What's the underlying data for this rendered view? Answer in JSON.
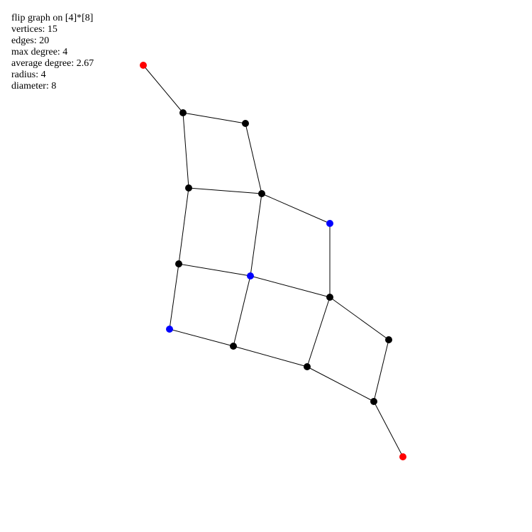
{
  "info": {
    "title": "flip graph on [4]*[8]",
    "vertices": "vertices: 15",
    "edges": "edges: 20",
    "max_degree": "max degree: 4",
    "average_degree": "average degree: 2.67",
    "radius": "radius: 4",
    "diameter": "diameter: 8"
  },
  "graph": {
    "colors": {
      "default": "#000000",
      "blue": "#0000ff",
      "red": "#ff0000",
      "edge": "#000000"
    },
    "nodes": [
      {
        "id": "n1",
        "color": "red"
      },
      {
        "id": "n2",
        "color": "default"
      },
      {
        "id": "n3",
        "color": "default"
      },
      {
        "id": "n4",
        "color": "default"
      },
      {
        "id": "n5",
        "color": "default"
      },
      {
        "id": "n6",
        "color": "blue"
      },
      {
        "id": "n7",
        "color": "default"
      },
      {
        "id": "n8",
        "color": "blue"
      },
      {
        "id": "n9",
        "color": "default"
      },
      {
        "id": "n10",
        "color": "blue"
      },
      {
        "id": "n11",
        "color": "default"
      },
      {
        "id": "n12",
        "color": "default"
      },
      {
        "id": "n13",
        "color": "default"
      },
      {
        "id": "n14",
        "color": "default"
      },
      {
        "id": "n15",
        "color": "red"
      }
    ],
    "edges": [
      [
        "n1",
        "n2"
      ],
      [
        "n2",
        "n3"
      ],
      [
        "n2",
        "n4"
      ],
      [
        "n3",
        "n5"
      ],
      [
        "n4",
        "n5"
      ],
      [
        "n4",
        "n7"
      ],
      [
        "n5",
        "n6"
      ],
      [
        "n5",
        "n8"
      ],
      [
        "n6",
        "n9"
      ],
      [
        "n7",
        "n8"
      ],
      [
        "n7",
        "n10"
      ],
      [
        "n8",
        "n9"
      ],
      [
        "n8",
        "n11"
      ],
      [
        "n9",
        "n12"
      ],
      [
        "n9",
        "n13"
      ],
      [
        "n10",
        "n11"
      ],
      [
        "n11",
        "n12"
      ],
      [
        "n12",
        "n14"
      ],
      [
        "n13",
        "n14"
      ],
      [
        "n14",
        "n15"
      ]
    ]
  }
}
